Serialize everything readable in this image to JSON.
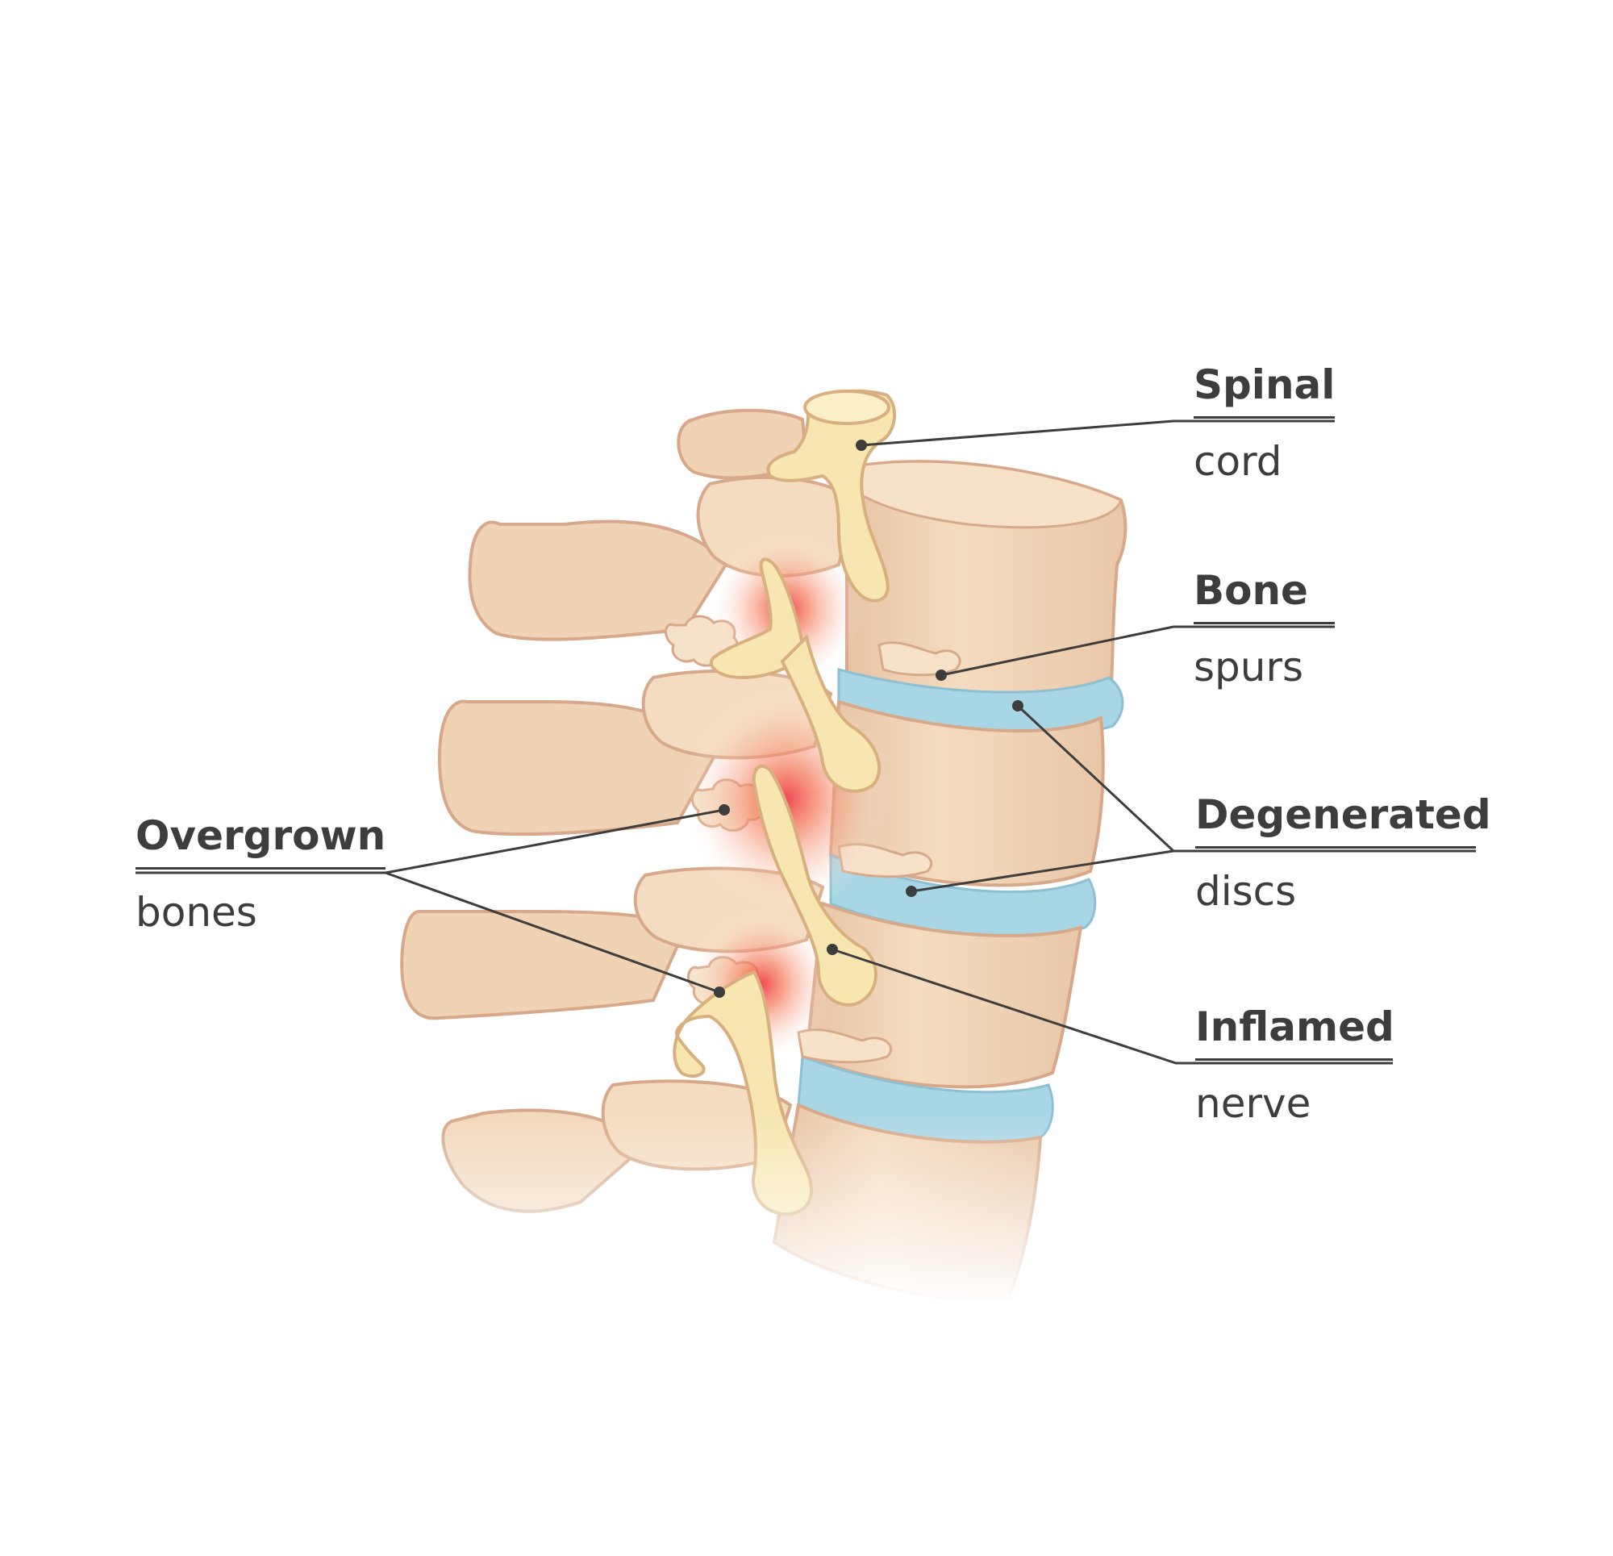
{
  "labels": {
    "spinal_cord": {
      "title": "Spinal",
      "subtitle": "cord"
    },
    "bone_spurs": {
      "title": "Bone",
      "subtitle": "spurs"
    },
    "degenerated_discs": {
      "title": "Degenerated",
      "subtitle": "discs"
    },
    "inflamed_nerve": {
      "title": "Inflamed",
      "subtitle": "nerve"
    },
    "overgrown_bones": {
      "title": "Overgrown",
      "subtitle": "bones"
    }
  },
  "colors": {
    "bone": "#f3d9bb",
    "bone_outline": "#d7a98a",
    "nerve": "#f7e6b0",
    "nerve_outline": "#d8b07f",
    "disc": "#a9d6e4",
    "inflammation": "#ef3f4c",
    "leader_line": "#3d3d3d"
  }
}
